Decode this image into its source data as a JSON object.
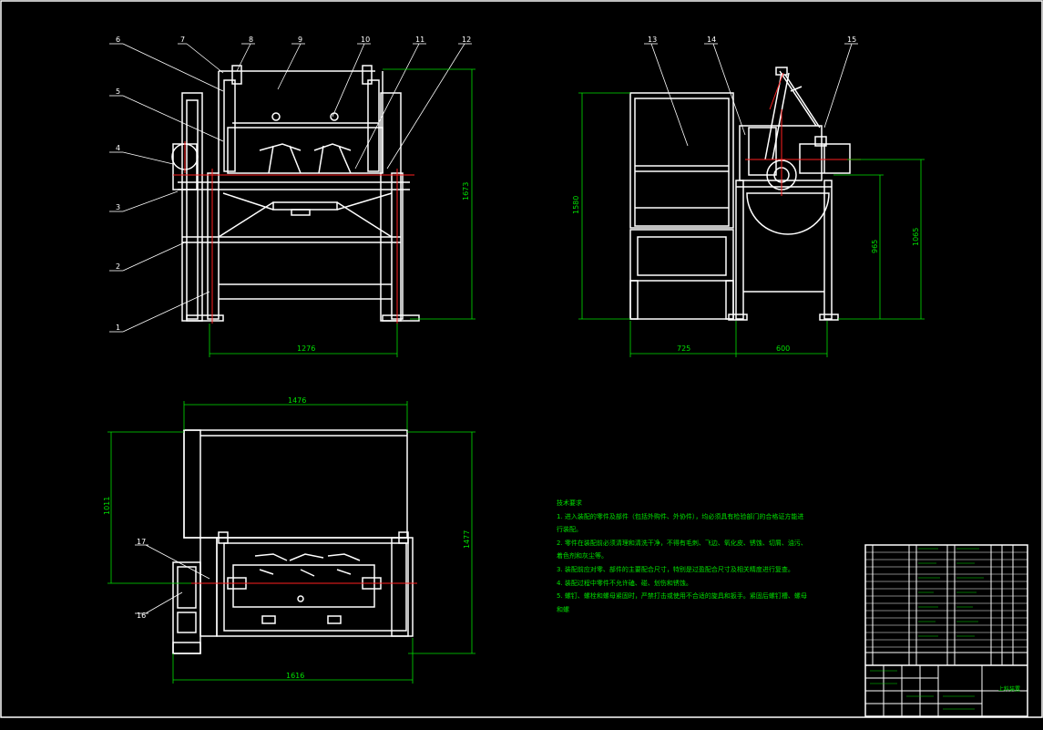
{
  "drawing": {
    "balloons": [
      "1",
      "2",
      "3",
      "4",
      "5",
      "6",
      "7",
      "8",
      "9",
      "10",
      "11",
      "12",
      "13",
      "14",
      "15",
      "16",
      "17"
    ],
    "dimensions": {
      "front_width": "1276",
      "front_height": "1673",
      "side_height": "1580",
      "side_depth_left": "725",
      "side_depth_right": "600",
      "side_h1": "965",
      "side_h2": "1065",
      "top_width": "1476",
      "top_depth": "1011",
      "top_overall_depth": "1477",
      "top_overall_width": "1616"
    },
    "colors": {
      "line": "#ffffff",
      "dimension": "#00e000",
      "centerline": "#ff2020",
      "leader": "#ffffff"
    }
  },
  "notes": {
    "title": "技术要求",
    "lines": [
      "1. 进入装配的零件及部件（包括外购件、外协件），均必须具有检验部门的合格证方能进",
      "行装配。",
      "2. 零件在装配前必须清理和清洗干净，不得有毛刺、飞边、氧化皮、锈蚀、切屑、油污、",
      "着色剂和灰尘等。",
      "3. 装配前应对零、部件的主要配合尺寸，特别是过盈配合尺寸及相关精度进行复查。",
      "4. 装配过程中零件不允许磕、碰、划伤和锈蚀。",
      "5. 螺钉、螺栓和螺母紧固时，严禁打击或使用不合适的旋具和扳手。紧固后螺钉槽、螺母",
      "和螺"
    ]
  },
  "title_block": {
    "drawing_name": "上料装置"
  }
}
